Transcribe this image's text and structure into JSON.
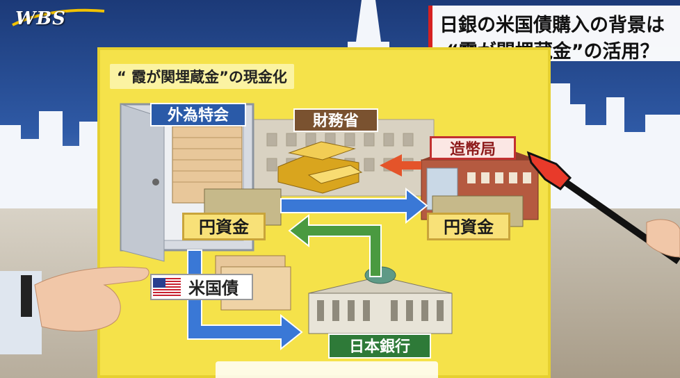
{
  "logo": {
    "text": "WBS"
  },
  "caption": {
    "line1": "日銀の米国債購入の背景は",
    "line2": "“霞が関埋蔵金”の活用？"
  },
  "board": {
    "title": "“ 霞が関埋蔵金”の現金化",
    "labels": {
      "gaitame": "外為特会",
      "zaimu": "財務省",
      "zouhei": "造幣局",
      "yen_left": "円資金",
      "yen_right": "円資金",
      "bond": "米国債",
      "nichigin": "日本銀行"
    }
  },
  "colors": {
    "board_yellow": "#f5e24a",
    "arrow_blue": "#3a78d6",
    "arrow_green": "#4a9a40",
    "arrow_red": "#e4542a",
    "caption_accent": "#d62020"
  },
  "icons": [
    "safe-icon",
    "gold-bars-icon",
    "building-icon",
    "cash-stack-icon",
    "us-flag-icon",
    "pointer-hand-icon"
  ]
}
